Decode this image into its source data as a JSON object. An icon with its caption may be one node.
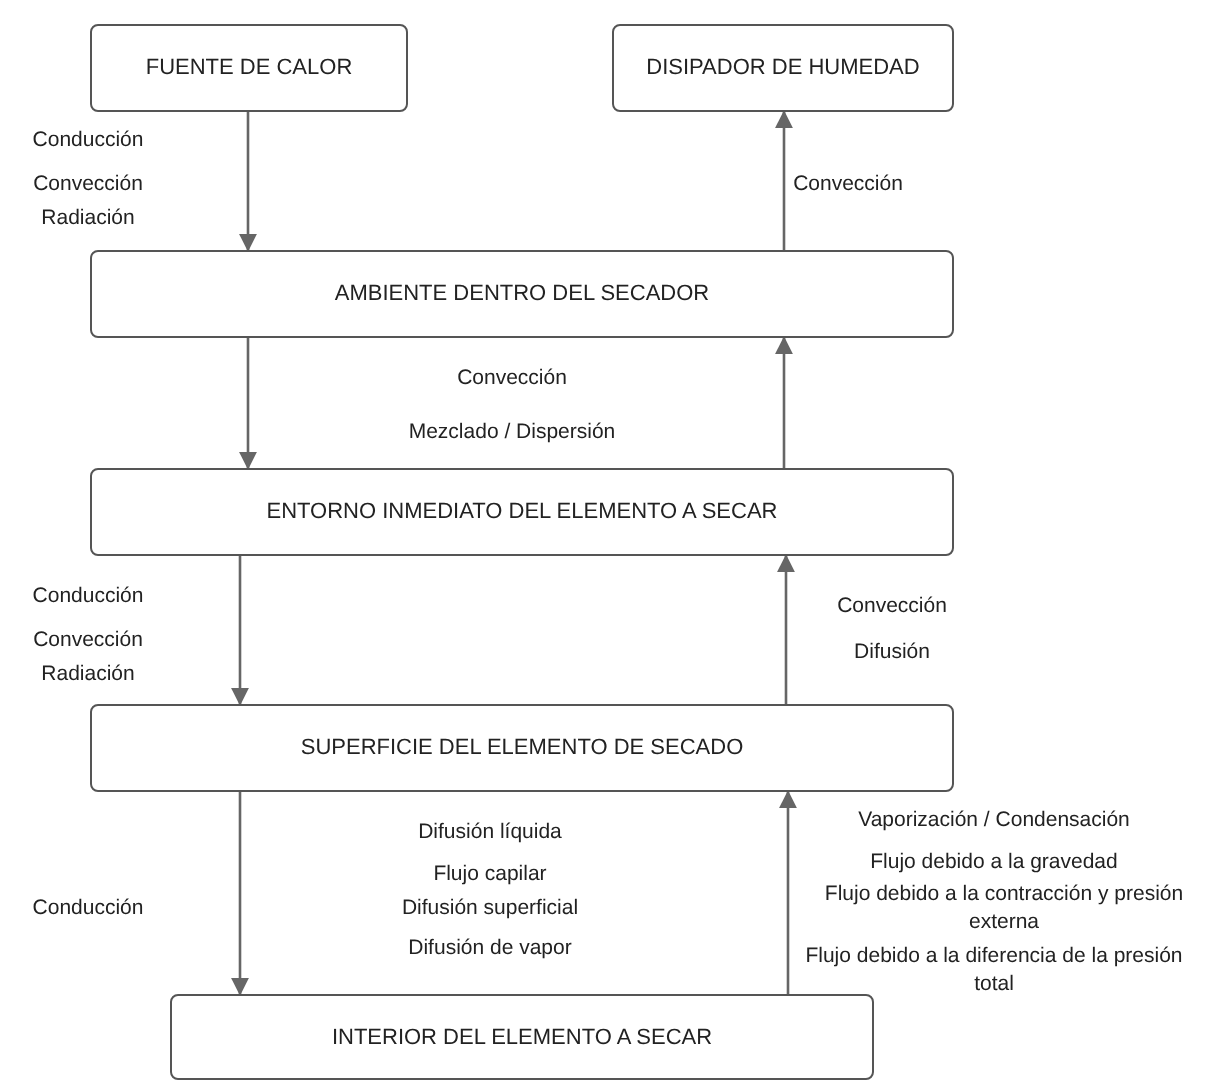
{
  "diagram": {
    "nodes": [
      {
        "text": [
          "FUENTE DE CALOR"
        ]
      },
      {
        "text": [
          "DISIPADOR DE HUMEDAD"
        ]
      },
      {
        "text": [
          "AMBIENTE DENTRO DEL SECADOR"
        ]
      },
      {
        "text": [
          "ENTORNO INMEDIATO DEL ELEMENTO A SECAR"
        ]
      },
      {
        "text": [
          "SUPERFICIE DEL ELEMENTO DE SECADO"
        ]
      },
      {
        "text": [
          "INTERIOR DEL ELEMENTO A SECAR"
        ]
      }
    ],
    "edges": [
      {
        "from": 0,
        "to": 2,
        "arrow": "to"
      },
      {
        "from": 2,
        "to": 1,
        "arrow": "to"
      },
      {
        "from": 2,
        "to": 3,
        "arrow": "to"
      },
      {
        "from": 3,
        "to": 2,
        "arrow": "to"
      },
      {
        "from": 3,
        "to": 4,
        "arrow": "to"
      },
      {
        "from": 4,
        "to": 3,
        "arrow": "to"
      },
      {
        "from": 4,
        "to": 5,
        "arrow": "to"
      },
      {
        "from": 5,
        "to": 4,
        "arrow": "to"
      }
    ],
    "labels": [
      "Conducción",
      "Convección",
      "Radiación",
      "Convección",
      "Convección",
      "Mezclado / Dispersión",
      "Conducción",
      "Convección",
      "Radiación",
      "Convección",
      "Difusión",
      "Difusión líquida",
      "Vaporización / Condensación",
      "Flujo capilar",
      "Flujo debido a la gravedad",
      "Difusión superficial",
      "Flujo debido a la contracción y presión externa",
      "Difusión de vapor",
      "Flujo debido a la diferencia de la presión total",
      "Conducción"
    ]
  }
}
